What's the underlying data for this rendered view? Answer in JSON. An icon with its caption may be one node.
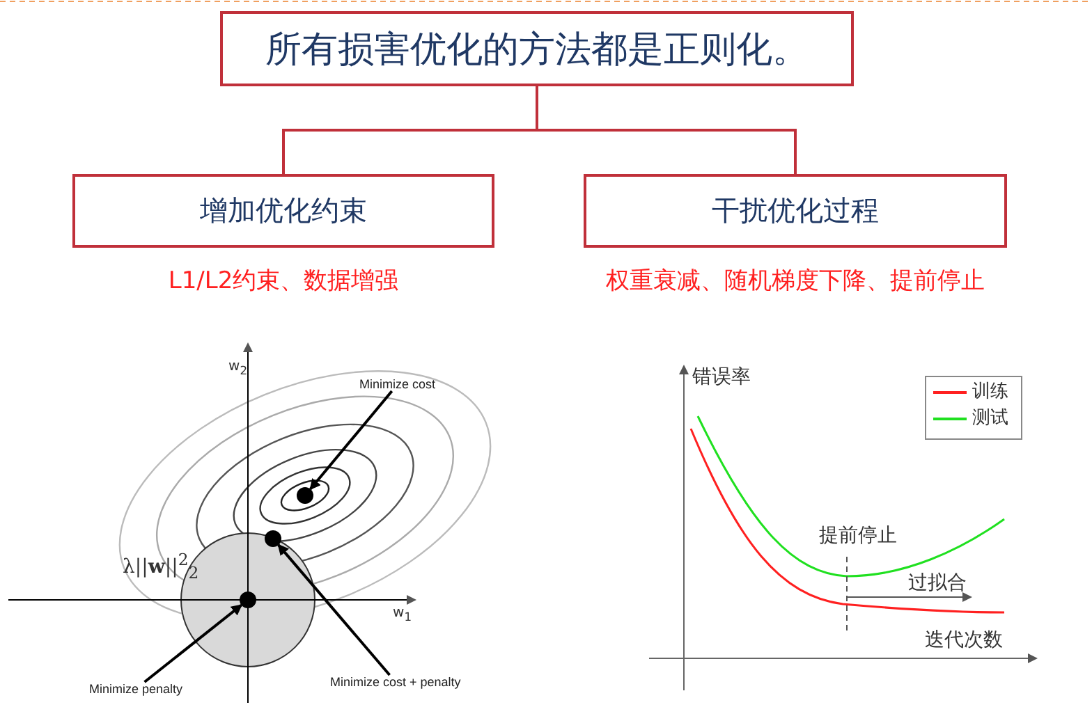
{
  "diagram": {
    "nodes": [
      {
        "text": [
          "所有损害优化的方法都是正则化。"
        ]
      },
      {
        "text": [
          "增加优化约束"
        ],
        "beside": [
          "L1/L2约束、数据增强"
        ]
      },
      {
        "text": [
          "干扰优化过程"
        ],
        "beside": [
          "权重衰减、随机梯度下降、提前停止"
        ]
      },
      {
        "text": [
          "Minimize cost"
        ]
      },
      {
        "text": [],
        "shape": "circle"
      },
      {
        "text": [],
        "shape": "circle"
      },
      {
        "text": [],
        "shape": "circle"
      },
      {
        "text": [
          "Minimize penalty"
        ]
      },
      {
        "text": [
          "Minimize cost + penalty"
        ]
      }
    ],
    "edges": [
      {
        "from": 0,
        "to": 1,
        "arrow": "none",
        "color": "#c0303a"
      },
      {
        "from": 0,
        "to": 2,
        "arrow": "none",
        "color": "#c0303a"
      },
      {
        "from": 3,
        "to": 4,
        "arrow": "to"
      },
      {
        "from": 7,
        "to": 6,
        "arrow": "to"
      },
      {
        "from": 8,
        "to": 5,
        "arrow": "to"
      }
    ],
    "labels": [
      "w$_{2}$",
      "λ||**w**||$^{2}$$_{2}$",
      "w$_{1}$",
      "错误率",
      "提前停止",
      "过拟合",
      "迭代次数"
    ],
    "legend": [
      {
        "text": "训练"
      },
      {
        "text": "测试"
      }
    ]
  }
}
